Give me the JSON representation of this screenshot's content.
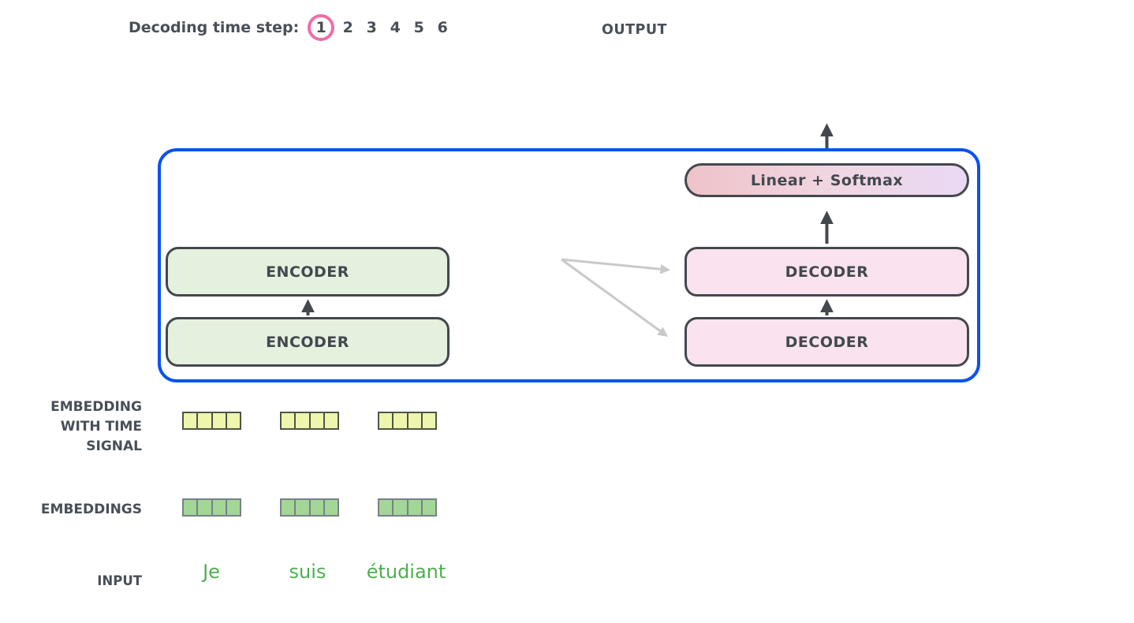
{
  "header": {
    "label": "Decoding time step:",
    "steps": [
      "1",
      "2",
      "3",
      "4",
      "5",
      "6"
    ],
    "active_step": "1"
  },
  "output": {
    "label": "OUTPUT"
  },
  "model": {
    "encoders": [
      "ENCODER",
      "ENCODER"
    ],
    "decoders": [
      "DECODER",
      "DECODER"
    ],
    "linear_softmax": "Linear + Softmax"
  },
  "labels": {
    "embedding_time": [
      "EMBEDDING",
      "WITH TIME",
      "SIGNAL"
    ],
    "embeddings": "EMBEDDINGS",
    "input": "INPUT"
  },
  "input": {
    "tokens": [
      "Je",
      "suis",
      "étudiant"
    ]
  },
  "embeddings": {
    "vector_count": 3,
    "cells_per_vector": 4
  },
  "colors": {
    "accent_blue": "#0a52f0",
    "step_highlight_pink": "#ee6ea8",
    "dark": "#43484f",
    "text_gray": "#494f58",
    "encoder_fill": "#e4f1df",
    "decoder_fill": "#fae3ee",
    "linear_gradient_left": "#efc2c8",
    "linear_gradient_mid": "#f0d7e3",
    "linear_gradient_right": "#e9d9f4",
    "embedding_time_fill": "#eef6ad",
    "embedding_time_border": "#4d5547",
    "embedding_fill": "#a2d795",
    "embedding_border": "#78808a",
    "input_green": "#4fae50",
    "arrow_gray": "#c9c9c9"
  }
}
